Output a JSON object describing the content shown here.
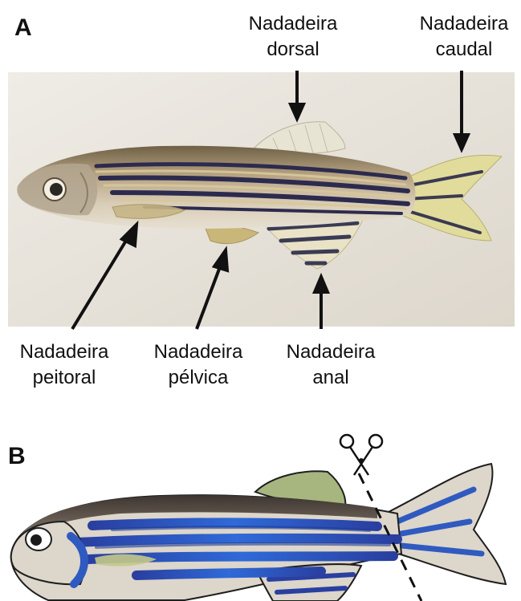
{
  "panel_a": {
    "letter": "A",
    "labels": {
      "dorsal": {
        "line1": "Nadadeira",
        "line2": "dorsal"
      },
      "caudal": {
        "line1": "Nadadeira",
        "line2": "caudal"
      },
      "peitoral": {
        "line1": "Nadadeira",
        "line2": "peitoral"
      },
      "pelvica": {
        "line1": "Nadadeira",
        "line2": "pélvica"
      },
      "anal": {
        "line1": "Nadadeira",
        "line2": "anal"
      }
    }
  },
  "panel_b": {
    "letter": "B"
  },
  "colors": {
    "photo_background": "#e8e3da",
    "fish_body": "#c9b79a",
    "stripe_dark": "#2a2d5a",
    "stripe_blue": "#2f63c8",
    "fin_green": "#a3b07e",
    "fin_yellow": "#d8d492",
    "cartoon_dark": "#4a4038",
    "cartoon_body": "#dcd6cb"
  }
}
